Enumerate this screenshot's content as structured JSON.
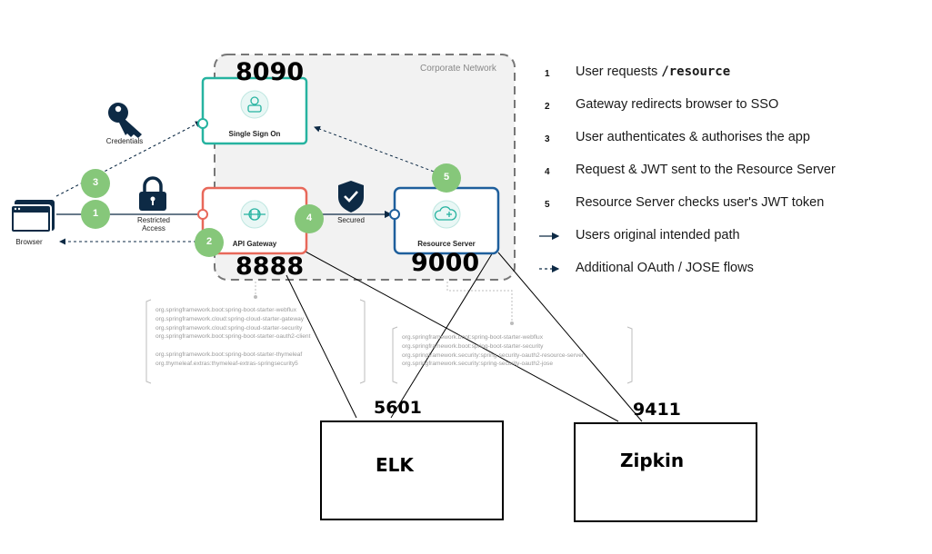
{
  "corporate_network": {
    "label": "Corporate Network"
  },
  "nodes": {
    "sso": {
      "label": "Single Sign On",
      "port": "8090"
    },
    "gateway": {
      "label": "API Gateway",
      "port": "8888"
    },
    "resource": {
      "label": "Resource Server",
      "port": "9000"
    },
    "browser": {
      "label": "Browser"
    },
    "credentials": {
      "label": "Credentials"
    },
    "restricted": {
      "label_line1": "Restricted",
      "label_line2": "Access"
    },
    "secured": {
      "label": "Secured"
    },
    "elk": {
      "label": "ELK",
      "port": "5601"
    },
    "zipkin": {
      "label": "Zipkin",
      "port": "9411"
    }
  },
  "steps": [
    "1",
    "2",
    "3",
    "4",
    "5"
  ],
  "gateway_dependencies": [
    "org.springframework.boot:spring-boot-starter-webflux",
    "org.springframework.cloud:spring-cloud-starter-gateway",
    "org.springframework.cloud:spring-cloud-starter-security",
    "org.springframework.boot:spring-boot-starter-oauth2-client",
    "",
    "org.springframework.boot:spring-boot-starter-thymeleaf",
    "org.thymeleaf.extras:thymeleaf-extras-springsecurity5"
  ],
  "resource_dependencies": [
    "org.springframework.boot:spring-boot-starter-webflux",
    "org.springframework.boot:spring-boot-starter-security",
    "org.springframework.security:spring-security-oauth2-resource-server",
    "org.springframework.security:spring-security-oauth2-jose"
  ],
  "legend": {
    "items": [
      {
        "num": "1",
        "text": "User requests ",
        "code": "/resource"
      },
      {
        "num": "2",
        "text": "Gateway redirects browser to SSO"
      },
      {
        "num": "3",
        "text": "User authenticates & authorises the app"
      },
      {
        "num": "4",
        "text": "Request & JWT sent to the Resource Server"
      },
      {
        "num": "5",
        "text": "Resource Server checks user's JWT token"
      }
    ],
    "solid_label": "Users original intended path",
    "dashed_label": "Additional OAuth / JOSE flows"
  },
  "colors": {
    "sso": "#26b3a0",
    "gateway": "#e8685a",
    "resource": "#1e5f9c",
    "navy": "#0d2a45",
    "step": "#86c77a"
  },
  "icons": [
    "key-icon",
    "lock-icon",
    "shield-check-icon",
    "browser-window-icon",
    "user-icon",
    "gateway-icon",
    "cloud-server-icon"
  ]
}
